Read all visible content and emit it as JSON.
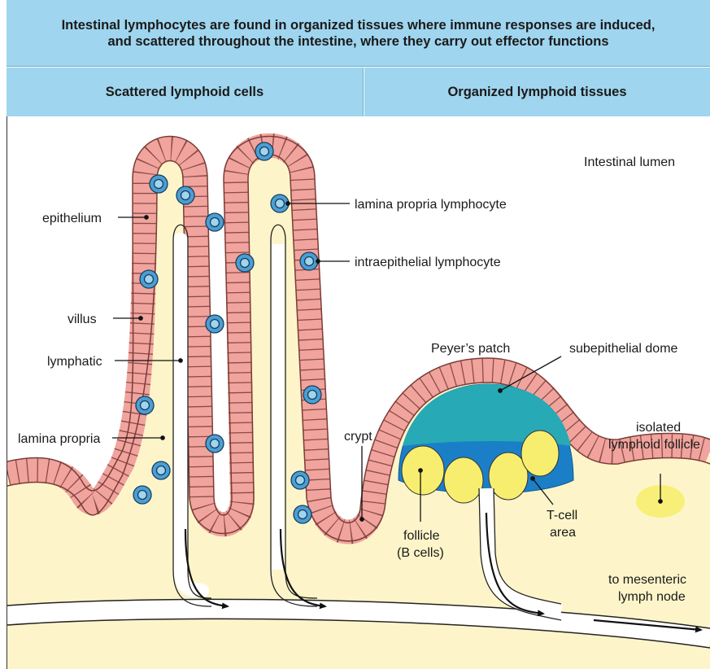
{
  "header": {
    "title_line1": "Intestinal lymphocytes are found in organized tissues where immune responses are induced,",
    "title_line2": "and scattered throughout the intestine, where they carry out effector functions",
    "left_panel": "Scattered lymphoid cells",
    "right_panel": "Organized lymphoid tissues"
  },
  "labels": {
    "intestinal_lumen": "Intestinal lumen",
    "epithelium": "epithelium",
    "lamina_propria_lymphocyte": "lamina propria lymphocyte",
    "intraepithelial_lymphocyte": "intraepithelial lymphocyte",
    "villus": "villus",
    "peyers_patch": "Peyer’s patch",
    "subepithelial_dome": "subepithelial dome",
    "lymphatic": "lymphatic",
    "isolated_line1": "isolated",
    "isolated_line2": "lymphoid follicle",
    "lamina_propria": "lamina propria",
    "crypt": "crypt",
    "t_cell_line1": "T-cell",
    "t_cell_line2": "area",
    "follicle_line1": "follicle",
    "follicle_line2": "(B cells)",
    "mesenteric_line1": "to mesenteric",
    "mesenteric_line2": "lymph node"
  },
  "colors": {
    "header_bg": "#9fd5ee",
    "tissue": "#fdf5c9",
    "epithelium": "#f0a49d",
    "epithelium_stroke": "#7a3c38",
    "dome": "#27a9b6",
    "t_cell_area": "#1b7fc8",
    "follicle": "#f7ee6f",
    "lymphocyte": "#4a9fd4"
  }
}
